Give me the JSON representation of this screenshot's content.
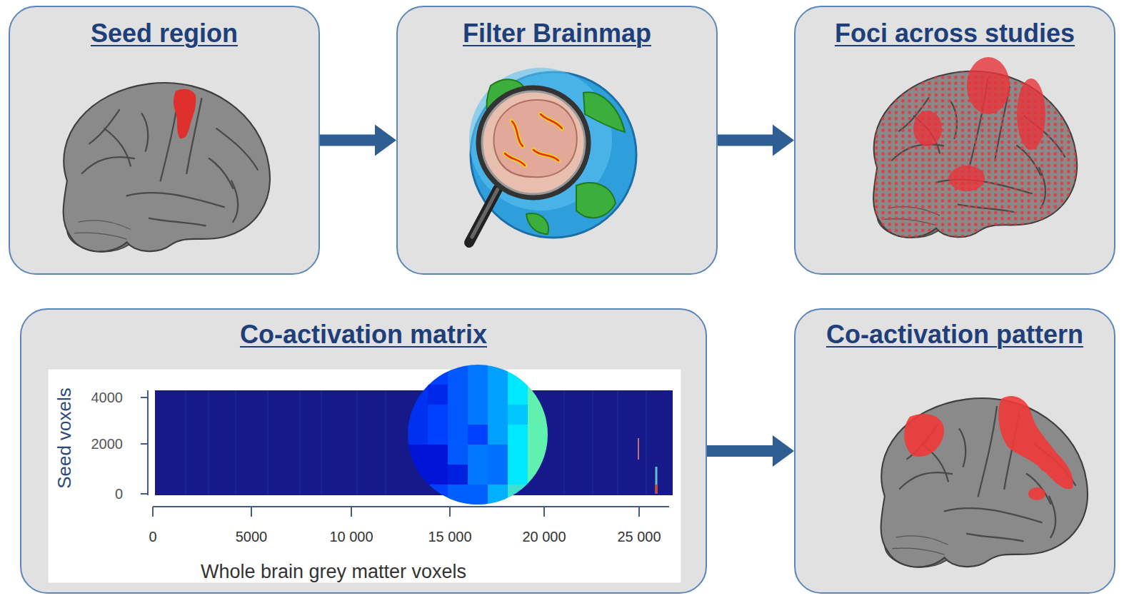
{
  "diagram": {
    "nodes": [
      {
        "text": [
          "Seed region"
        ]
      },
      {
        "text": [
          "Filter Brainmap"
        ]
      },
      {
        "text": [
          "Foci across studies"
        ]
      },
      {
        "text": [
          "Co-activation matrix"
        ]
      },
      {
        "text": [
          "Co-activation pattern"
        ]
      }
    ],
    "edges": [
      {
        "from": 0,
        "to": 1,
        "arrow": "to"
      },
      {
        "from": 1,
        "to": 2,
        "arrow": "to"
      },
      {
        "from": 3,
        "to": 4,
        "arrow": "to"
      }
    ],
    "labels": [
      "Seed voxels",
      "4000",
      "2000",
      "0",
      "0",
      "5000",
      "10 000",
      "15 000",
      "20 000",
      "25 000",
      "Whole brain grey matter voxels"
    ]
  }
}
